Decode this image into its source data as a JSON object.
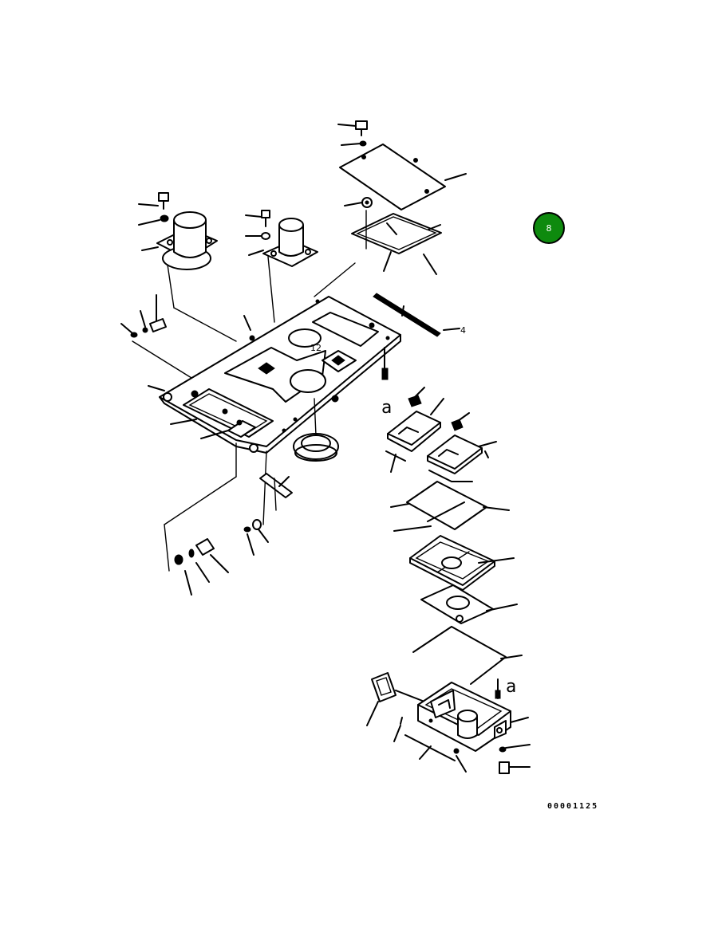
{
  "badge": {
    "text": "8",
    "color": "#0e8a0e"
  },
  "labels": {
    "callout_4": "4",
    "ref_a_upper": "a",
    "ref_a_lower": "a",
    "plate_mark": "12"
  },
  "drawing_code": "00001125"
}
